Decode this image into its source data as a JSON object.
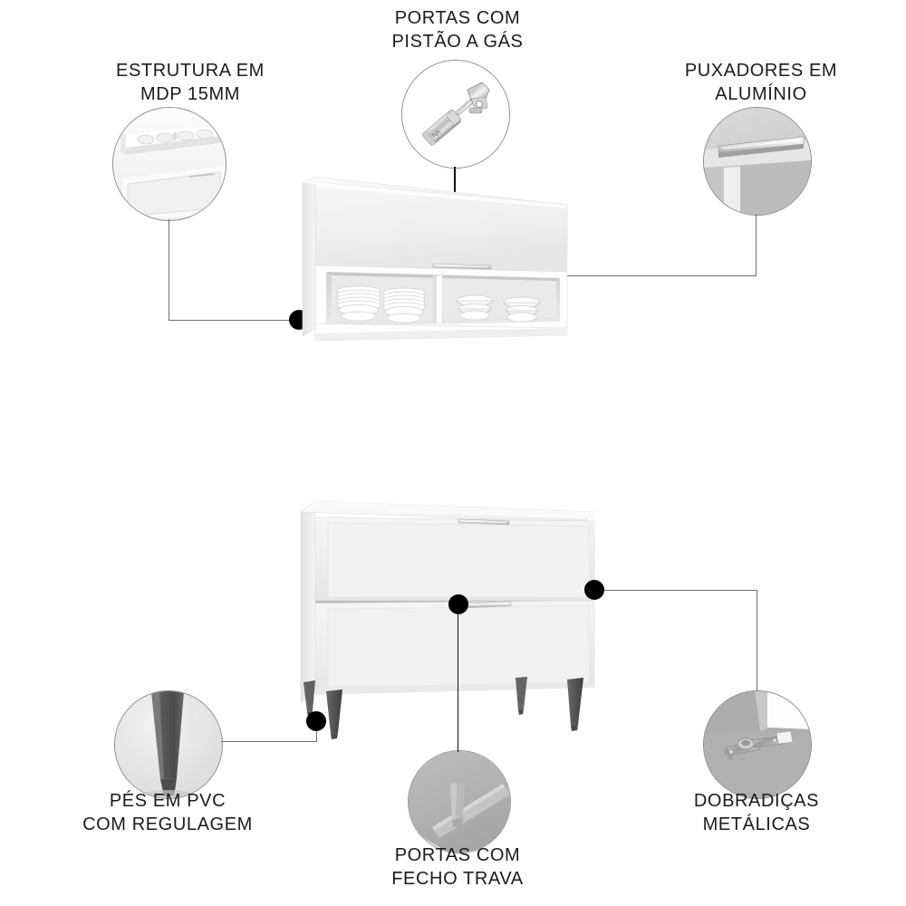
{
  "page": {
    "language": "pt-BR",
    "background_color": "#ffffff",
    "text_color": "#1b1b1b",
    "dot_color": "#000000",
    "leader_line_color": "#6e6e6e",
    "product_body_color": "#f2f2f2",
    "product_shadow_color": "#d9d9d9",
    "foot_color": "#585858",
    "handle_color": "#c9cbcd"
  },
  "callouts": [
    {
      "id": "estrutura",
      "label": "ESTRUTURA EM\nMDP 15MM",
      "detail_name": "cabinet-structure-closeup",
      "position": "top-left",
      "points_to": "upper-cabinet-left-edge"
    },
    {
      "id": "pistao",
      "label": "PORTAS COM\nPISTÃO A GÁS",
      "detail_name": "gas-piston-closeup",
      "position": "top-center",
      "points_to": "upper-cabinet-door"
    },
    {
      "id": "puxadores",
      "label": "PUXADORES EM\nALUMÍNIO",
      "detail_name": "aluminum-handle-closeup",
      "position": "top-right",
      "points_to": "upper-cabinet-handle"
    },
    {
      "id": "pes",
      "label": "PÉS EM PVC\nCOM REGULAGEM",
      "detail_name": "pvc-foot-closeup",
      "position": "bottom-left",
      "points_to": "lower-cabinet-foot"
    },
    {
      "id": "fecho",
      "label": "PORTAS COM\nFECHO TRAVA",
      "detail_name": "door-latch-closeup",
      "position": "bottom-center",
      "points_to": "lower-cabinet-drawer-divider"
    },
    {
      "id": "dobradicas",
      "label": "DOBRADIÇAS\nMETÁLICAS",
      "detail_name": "metal-hinge-closeup",
      "position": "bottom-right",
      "points_to": "lower-cabinet-right-edge"
    }
  ],
  "products": [
    {
      "id": "upper-cabinet",
      "name": "armario-aereo",
      "description": "Armário aéreo branco com porta basculante e nicho aberto inferior",
      "compartments": [
        {
          "name": "nicho-esquerdo",
          "contents": "pratos empilhados"
        },
        {
          "name": "nicho-direito",
          "contents": "bowls empilhados"
        }
      ],
      "doors": 1,
      "handles": 1
    },
    {
      "id": "lower-cabinet",
      "name": "balcao-inferior",
      "description": "Balcão branco com duas portas basculantes e pés em PVC",
      "doors": 2,
      "handles": 2,
      "feet": 4
    }
  ]
}
